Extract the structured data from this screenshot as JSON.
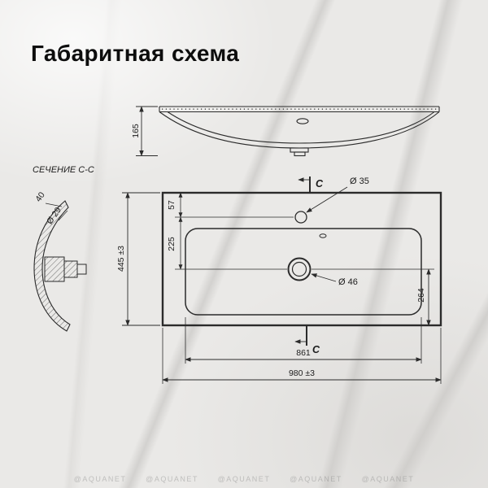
{
  "page": {
    "title": "Габаритная схема",
    "watermark": "@AQUANET      @AQUANET      @AQUANET      @AQUANET      @AQUANET"
  },
  "section_view": {
    "label": "СЕЧЕНИЕ С-С",
    "rim_width": "40",
    "hole_dia": "Ø 29"
  },
  "front_view": {
    "height": "165"
  },
  "plan_view": {
    "section_marker_top": "С",
    "section_marker_bottom": "С",
    "faucet_dia": "Ø 35",
    "drain_dia": "Ø 46",
    "faucet_offset": "57",
    "drain_offset": "225",
    "depth": "445 ±3",
    "drain_from_bottom": "264",
    "inner_width": "861",
    "width": "980 ±3"
  },
  "colors": {
    "line": "#2b2b2b",
    "background": "#eae9e7"
  }
}
